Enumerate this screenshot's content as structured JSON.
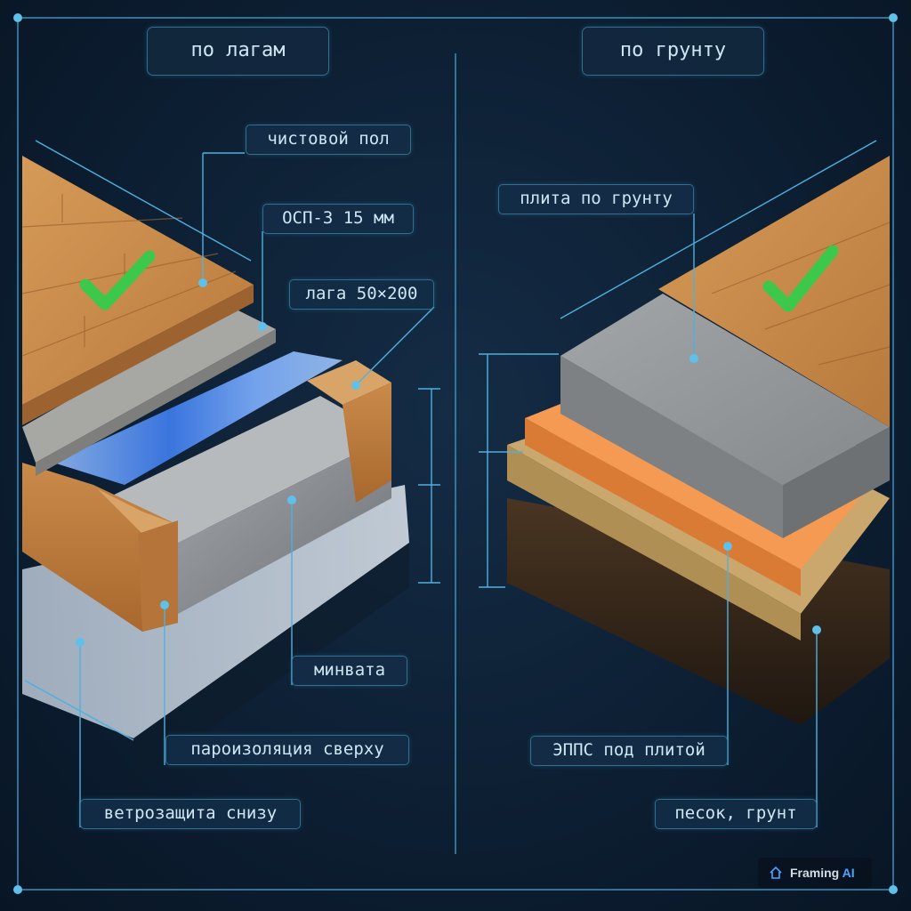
{
  "panels": {
    "left": {
      "title": "по лагам",
      "labels": {
        "finish_floor": "чистовой пол",
        "osb": "ОСП-3 15 мм",
        "joist": "лага 50×200",
        "mineral_wool": "минвата",
        "vapor_barrier": "пароизоляция сверху",
        "wind_barrier": "ветрозащита снизу"
      },
      "check_icon": "check-icon",
      "check_color": "#3cc84a"
    },
    "right": {
      "title": "по грунту",
      "labels": {
        "slab": "плита по грунту",
        "xps": "ЭППС под плитой",
        "sand_soil": "песок, грунт"
      },
      "check_icon": "check-icon",
      "check_color": "#3cc84a"
    }
  },
  "badge": {
    "brand": "Framing",
    "suffix": "AI",
    "icon": "house-icon"
  },
  "colors": {
    "frame": "#3e8fb8",
    "wood": "#c98a4a",
    "osb": "#9a9a98",
    "wool": "#8c8f94",
    "membrane": "#5a8ef0",
    "concrete": "#8f9396",
    "xps": "#f08a44",
    "sand": "#c7a46a",
    "soil": "#3a2a1c"
  }
}
